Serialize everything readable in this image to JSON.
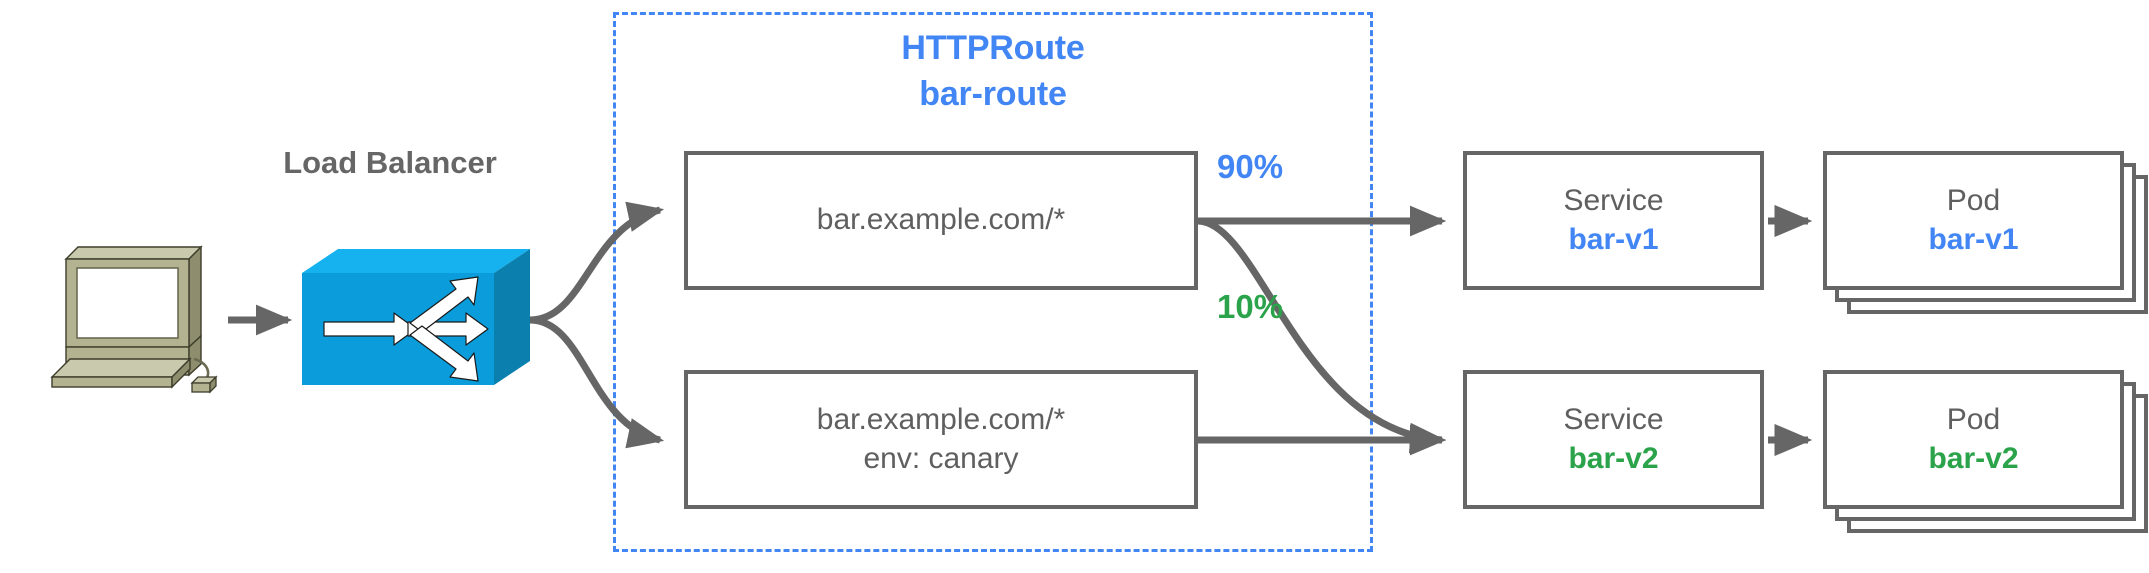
{
  "diagram": {
    "title": "HTTPRoute traffic splitting canary diagram",
    "colors": {
      "blue": "#4285f4",
      "green": "#2aa34a",
      "gray": "#666666",
      "lb_body": "#0f9bd7",
      "computer_body": "#a9a98b"
    }
  },
  "load_balancer": {
    "label": "Load Balancer",
    "client_icon": "computer-icon",
    "lb_icon": "load-balancer-icon"
  },
  "httproute": {
    "kind": "HTTPRoute",
    "name": "bar-route",
    "matches": [
      {
        "line1": "bar.example.com/*",
        "line2": ""
      },
      {
        "line1": "bar.example.com/*",
        "line2": "env: canary"
      }
    ]
  },
  "weights": {
    "primary": "90%",
    "canary": "10%"
  },
  "backends": [
    {
      "service_kind": "Service",
      "service_name": "bar-v1",
      "pod_kind": "Pod",
      "pod_name": "bar-v1",
      "accent": "blue",
      "pod_replicas": 3
    },
    {
      "service_kind": "Service",
      "service_name": "bar-v2",
      "pod_kind": "Pod",
      "pod_name": "bar-v2",
      "accent": "green",
      "pod_replicas": 3
    }
  ]
}
